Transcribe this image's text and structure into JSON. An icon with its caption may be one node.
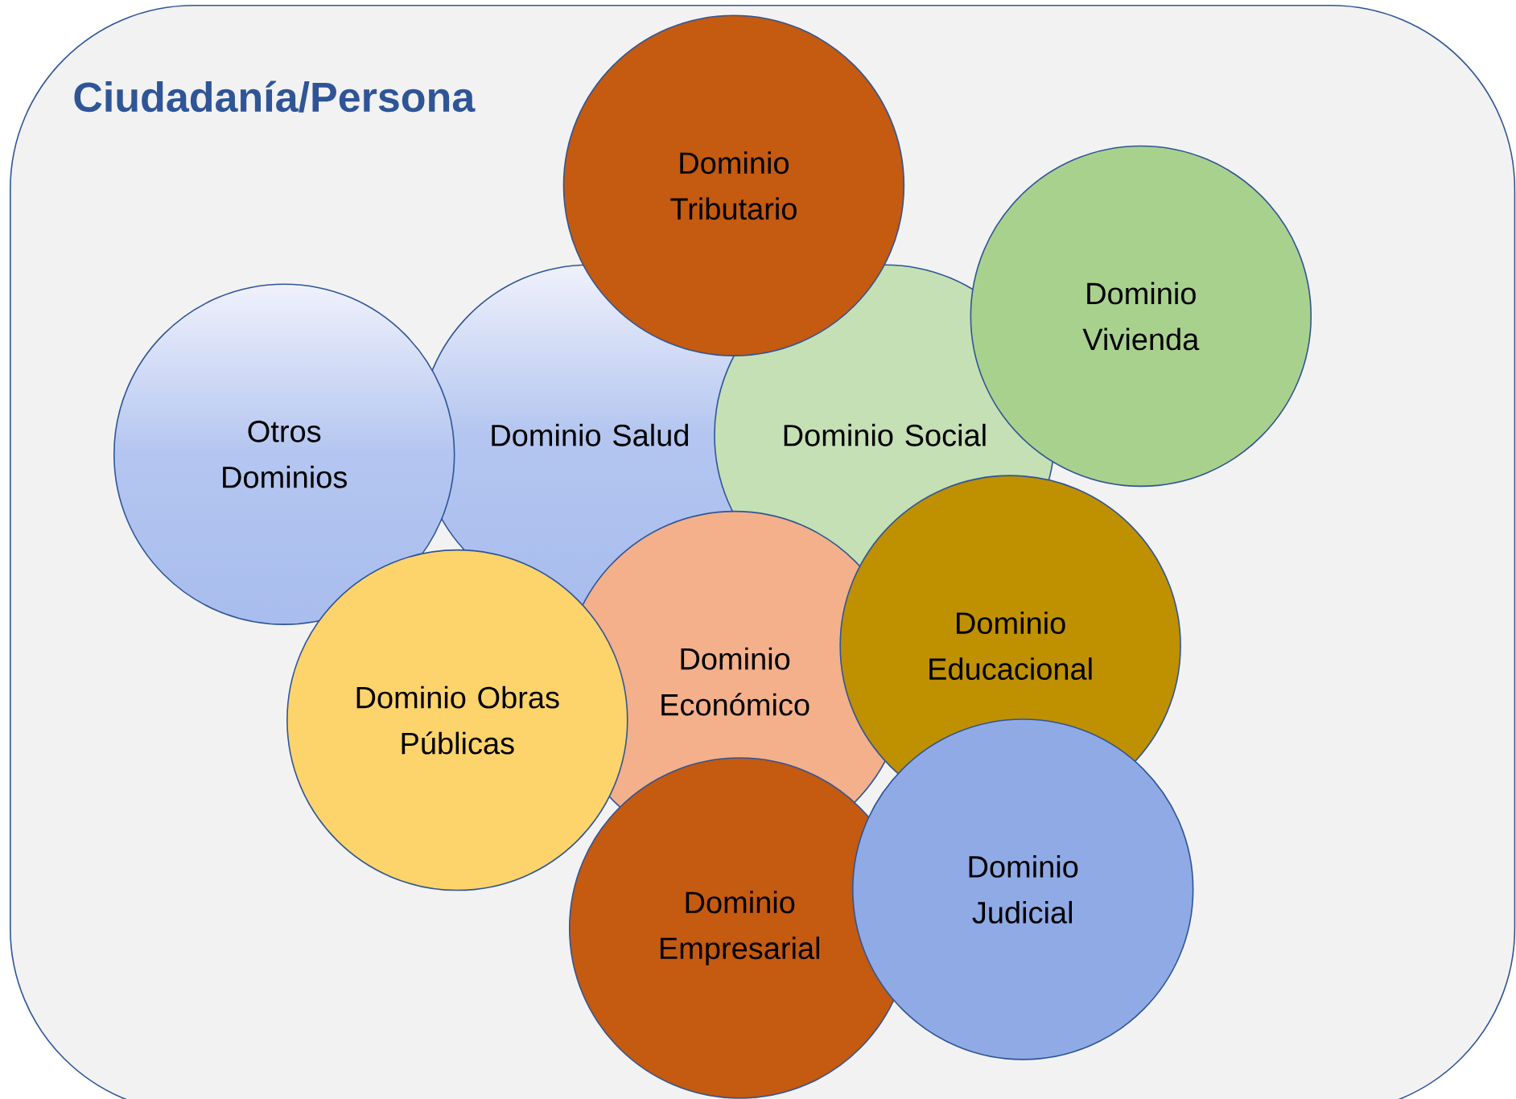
{
  "diagram": {
    "nodes": [
      {
        "text": [
          "Ciudadanía/Persona"
        ]
      },
      {
        "text": [
          "Dominio Tributario"
        ],
        "in": 0
      },
      {
        "text": [
          "Dominio Vivienda"
        ],
        "in": 0
      },
      {
        "text": [
          "Otros Dominios"
        ],
        "in": 0
      },
      {
        "text": [
          "Dominio Salud"
        ],
        "in": 0
      },
      {
        "text": [
          "Dominio Social"
        ],
        "in": 0
      },
      {
        "text": [
          "Dominio Educacional"
        ],
        "in": 0
      },
      {
        "text": [
          "Dominio Obras Públicas"
        ],
        "in": 0
      },
      {
        "text": [
          "Dominio Económico"
        ],
        "in": 0
      },
      {
        "text": [
          "Dominio Empresarial"
        ],
        "in": 0
      },
      {
        "text": [
          "Dominio Judicial"
        ],
        "in": 0
      }
    ]
  }
}
